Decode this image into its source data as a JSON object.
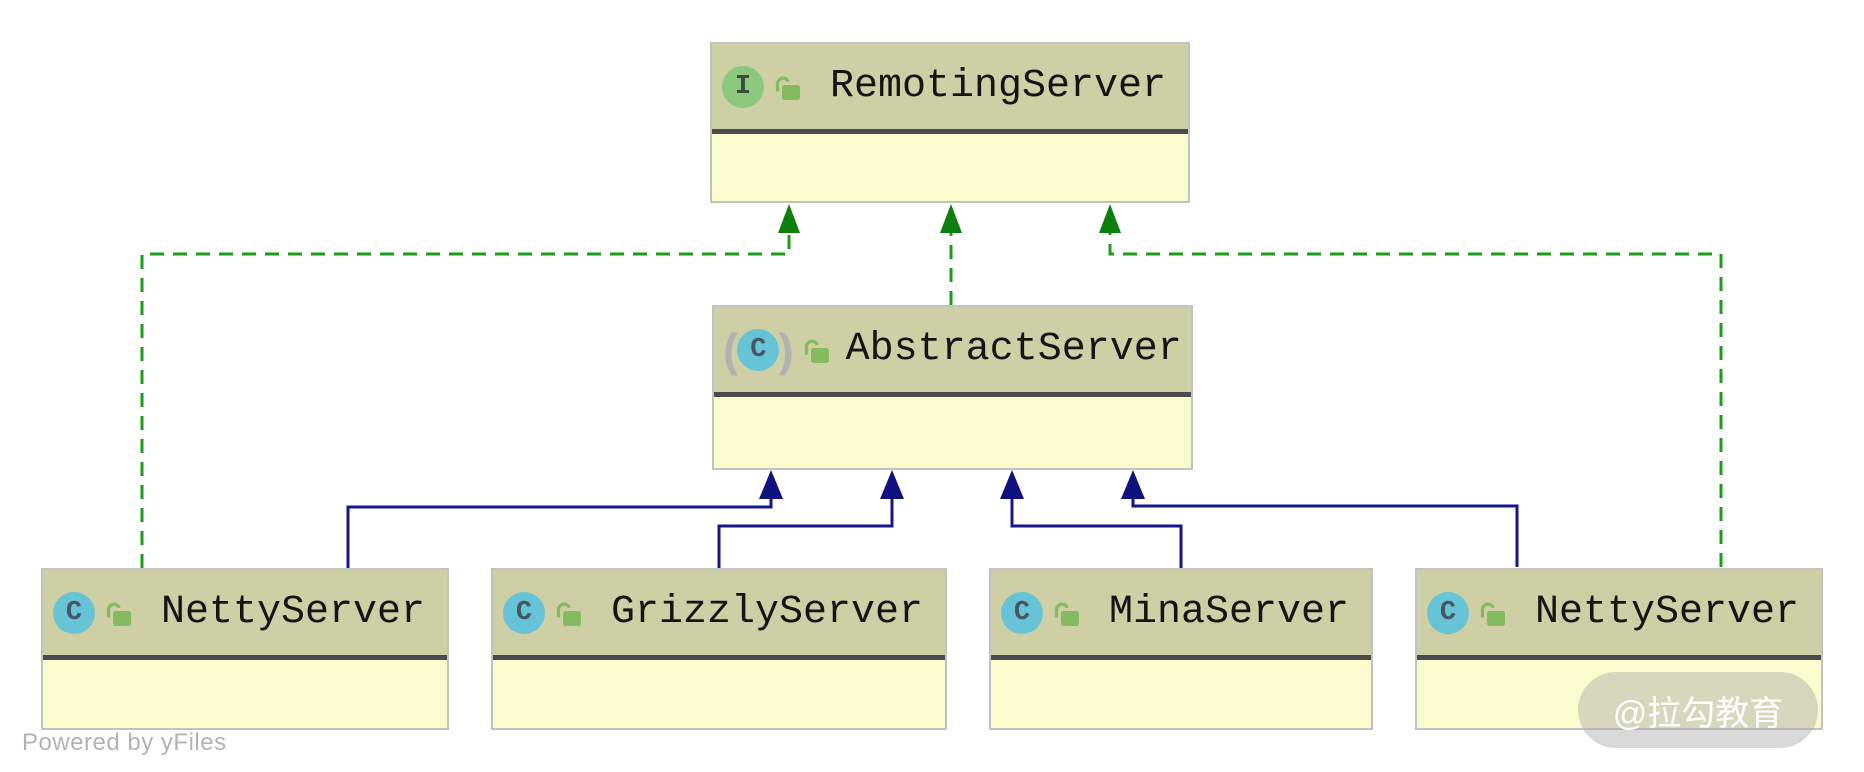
{
  "diagram": {
    "nodes": [
      {
        "name": "RemotingServer",
        "kind": "interface",
        "icon_letter": "I"
      },
      {
        "name": "AbstractServer",
        "kind": "abstract-class",
        "icon_letter": "C"
      },
      {
        "name": "NettyServer",
        "kind": "class",
        "icon_letter": "C"
      },
      {
        "name": "GrizzlyServer",
        "kind": "class",
        "icon_letter": "C"
      },
      {
        "name": "MinaServer",
        "kind": "class",
        "icon_letter": "C"
      },
      {
        "name": "NettyServer",
        "kind": "class",
        "icon_letter": "C"
      }
    ],
    "edges": [
      {
        "from": "AbstractServer",
        "to": "RemotingServer",
        "relation": "implements",
        "style": "dashed-green"
      },
      {
        "from": "NettyServer (left)",
        "to": "RemotingServer",
        "relation": "implements",
        "style": "dashed-green"
      },
      {
        "from": "NettyServer (right)",
        "to": "RemotingServer",
        "relation": "implements",
        "style": "dashed-green"
      },
      {
        "from": "NettyServer (left)",
        "to": "AbstractServer",
        "relation": "extends",
        "style": "solid-navy"
      },
      {
        "from": "GrizzlyServer",
        "to": "AbstractServer",
        "relation": "extends",
        "style": "solid-navy"
      },
      {
        "from": "MinaServer",
        "to": "AbstractServer",
        "relation": "extends",
        "style": "solid-navy"
      },
      {
        "from": "NettyServer (right)",
        "to": "AbstractServer",
        "relation": "extends",
        "style": "solid-navy"
      }
    ],
    "icons": {
      "abstract_paren_open": "(",
      "abstract_paren_close": ")"
    }
  },
  "footer": {
    "powered_by": "Powered by yFiles"
  },
  "watermark": {
    "text": "@拉勾教育"
  },
  "colors": {
    "node-header-bg": "#cfcfa5",
    "node-body-bg": "#fbfbce",
    "node-border": "#c2c2c2",
    "node-separator": "#4b4b4b",
    "node-title": "#141414",
    "interface-icon-bg": "#8cc87c",
    "interface-icon-letter": "#3d4b3d",
    "class-icon-bg": "#67c3d6",
    "class-icon-letter": "#475660",
    "paren": "#b2b2b2",
    "lock-green": "#85bb5f",
    "realization-green": "#1d9b1d",
    "realization-arrow": "#0c7f0c",
    "inheritance-navy": "#15158c",
    "inheritance-arrow": "#10107e",
    "footer-text": "#b3b3b3",
    "watermark-bg": "rgba(170,170,170,0.45)",
    "watermark-text": "#ffffff"
  }
}
